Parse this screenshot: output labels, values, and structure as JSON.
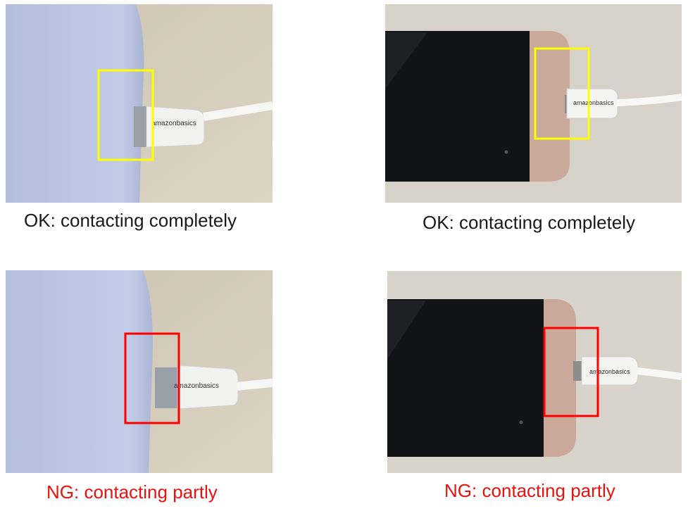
{
  "colors": {
    "ok_text": "#1a1a1a",
    "ng_text": "#e8120f",
    "ok_box": "#ffff00",
    "ng_box": "#ff0000"
  },
  "panels": [
    {
      "caption": "OK: contacting completely",
      "status": "OK",
      "device": "charger",
      "brand": "amazonbasics"
    },
    {
      "caption": "OK: contacting completely",
      "status": "OK",
      "device": "phone",
      "brand": "amazonbasics"
    },
    {
      "caption": "NG: contacting partly",
      "status": "NG",
      "device": "charger",
      "brand": "amazonbasics"
    },
    {
      "caption": "NG: contacting partly",
      "status": "NG",
      "device": "phone",
      "brand": "amazonbasics"
    }
  ]
}
